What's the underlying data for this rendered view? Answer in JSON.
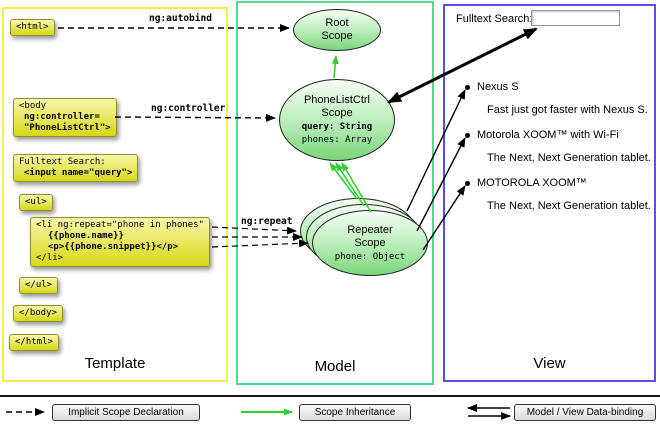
{
  "colors": {
    "template_border": "#f0ec52",
    "model_border": "#4cdc92",
    "view_border": "#5b4ee5",
    "codebox_yellow": "#d8d816",
    "scope_green": "#7ad67a",
    "inheritance_arrow": "#2fd12f"
  },
  "panels": {
    "template": {
      "label": "Template"
    },
    "model": {
      "label": "Model"
    },
    "view": {
      "label": "View"
    }
  },
  "code": {
    "html_open": "<html>",
    "body_open_l1": "<body",
    "body_open_l2": "ng:controller=",
    "body_open_l3": "\"PhoneListCtrl\">",
    "fulltext_l1": "Fulltext Search:",
    "fulltext_l2": "<input name=\"query\">",
    "ul_open": "<ul>",
    "li_l1": "<li ng:repeat=\"phone in phones\"",
    "li_l2": "{{phone.name}}",
    "li_l3": "<p>{{phone.snippet}}</p>",
    "li_l4": "</li>",
    "ul_close": "</ul>",
    "body_close": "</body>",
    "html_close": "</html>"
  },
  "arrows": {
    "autobind_label": "ng:autobind",
    "controller_label": "ng:controller",
    "repeat_label": "ng:repeat"
  },
  "scopes": {
    "root": {
      "name_l1": "Root",
      "name_l2": "Scope"
    },
    "phonelist": {
      "name_l1": "PhoneListCtrl",
      "name_l2": "Scope",
      "prop_query": "query: String",
      "prop_phones": "phones: Array"
    },
    "repeater": {
      "name_l1": "Repeater",
      "name_l2": "Scope",
      "prop_phone": "phone: Object"
    }
  },
  "view": {
    "search_label": "Fulltext Search:",
    "search_value": "",
    "items": [
      {
        "title": "Nexus S",
        "subtitle": "Fast just got faster with Nexus S."
      },
      {
        "title": "Motorola XOOM™ with Wi-Fi",
        "subtitle": "The Next, Next Generation tablet."
      },
      {
        "title": "MOTOROLA XOOM™",
        "subtitle": "The Next, Next Generation tablet."
      }
    ]
  },
  "legend": {
    "implicit_label": "Implicit Scope Declaration",
    "inheritance_label": "Scope Inheritance",
    "databinding_label": "Model / View Data-binding"
  }
}
